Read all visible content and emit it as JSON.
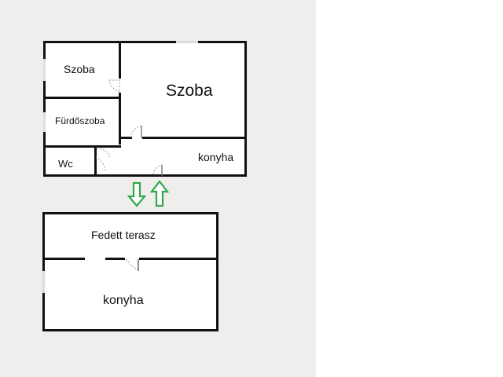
{
  "colors": {
    "background": "#efeeec",
    "page": "#ffffff",
    "wall": "#111111",
    "arrow": "#2fa84a",
    "door": "#999999"
  },
  "floor_plan_upper": {
    "rooms": [
      {
        "id": "szoba-small",
        "label": "Szoba"
      },
      {
        "id": "szoba-large",
        "label": "Szoba"
      },
      {
        "id": "furdoszoba",
        "label": "Fürdőszoba"
      },
      {
        "id": "wc",
        "label": "Wc"
      },
      {
        "id": "konyha",
        "label": "konyha"
      }
    ]
  },
  "connector": {
    "arrows": [
      {
        "direction": "down",
        "icon": "arrow-down-icon"
      },
      {
        "direction": "up",
        "icon": "arrow-up-icon"
      }
    ]
  },
  "floor_plan_lower": {
    "rooms": [
      {
        "id": "fedett-terasz",
        "label": "Fedett terasz"
      },
      {
        "id": "konyha-lower",
        "label": "konyha"
      }
    ]
  }
}
